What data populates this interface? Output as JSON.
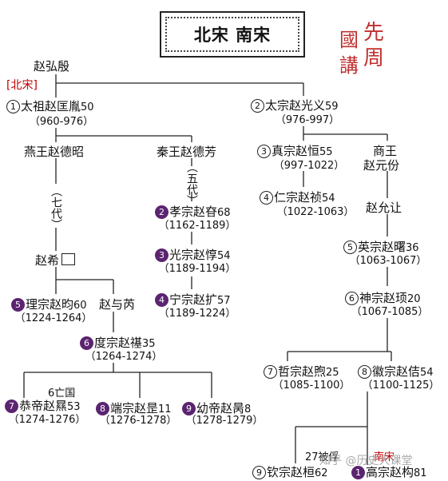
{
  "title": "北宋 南宋",
  "seal": {
    "c1": "先",
    "c2": "周",
    "c3": "國",
    "c4": "講"
  },
  "root": {
    "name": "赵弘殷",
    "tag": "[北宋]"
  },
  "rulers": [
    {
      "id": "taizu",
      "num": "1",
      "style": "open",
      "name": "太祖赵匡胤",
      "age": "50",
      "years": "（960-976）"
    },
    {
      "id": "taizong",
      "num": "2",
      "style": "open",
      "name": "太宗赵光义",
      "age": "59",
      "years": "（976-997）"
    },
    {
      "id": "zhenzong",
      "num": "3",
      "style": "open",
      "name": "真宗赵恒",
      "age": "55",
      "years": "（997-1022）"
    },
    {
      "id": "renzong",
      "num": "4",
      "style": "open",
      "name": "仁宗赵祯",
      "age": "54",
      "years": "（1022-1063）"
    },
    {
      "id": "yingzong",
      "num": "5",
      "style": "open",
      "name": "英宗赵曙",
      "age": "36",
      "years": "（1063-1067）"
    },
    {
      "id": "shenzong",
      "num": "6",
      "style": "open",
      "name": "神宗赵顼",
      "age": "20",
      "years": "（1067-1085）"
    },
    {
      "id": "zhezong",
      "num": "7",
      "style": "open",
      "name": "哲宗赵煦",
      "age": "25",
      "years": "（1085-1100）"
    },
    {
      "id": "huizong",
      "num": "8",
      "style": "open",
      "name": "徽宗赵佶",
      "age": "54",
      "years": "（1100-1125）"
    },
    {
      "id": "qinzong",
      "num": "9",
      "style": "open",
      "name": "钦宗赵桓",
      "age": "62",
      "years": ""
    },
    {
      "id": "xiaozong",
      "num": "2",
      "style": "fill",
      "name": "孝宗赵昚",
      "age": "68",
      "years": "（1162-1189）"
    },
    {
      "id": "guangzong",
      "num": "3",
      "style": "fill",
      "name": "光宗赵惇",
      "age": "54",
      "years": "（1189-1194）"
    },
    {
      "id": "ningzong",
      "num": "4",
      "style": "fill",
      "name": "宁宗赵扩",
      "age": "57",
      "years": "（1189-1224）"
    },
    {
      "id": "lizong",
      "num": "5",
      "style": "fill",
      "name": "理宗赵昀",
      "age": "60",
      "years": "（1224-1264）"
    },
    {
      "id": "duzong",
      "num": "6",
      "style": "fill",
      "name": "度宗赵禥",
      "age": "35",
      "years": "（1264-1274）"
    },
    {
      "id": "gongdi",
      "num": "7",
      "style": "fill",
      "name": "恭帝赵㬎",
      "age": "53",
      "years": "（1274-1276）"
    },
    {
      "id": "duanzong",
      "num": "8",
      "style": "fill",
      "name": "端宗赵昰",
      "age": "11",
      "years": "（1276-1278）"
    },
    {
      "id": "youdi",
      "num": "9",
      "style": "fill",
      "name": "幼帝赵昺",
      "age": "8",
      "years": "（1278-1279）"
    },
    {
      "id": "gaozong",
      "num": "1",
      "style": "fill",
      "name": "高宗赵构",
      "age": "81",
      "years": ""
    }
  ],
  "others": {
    "yanwang": "燕王赵德昭",
    "qinwang": "秦王赵德芳",
    "shangwang1": "商王",
    "shangwang2": "赵元份",
    "zhaoyunrang": "赵允让",
    "zhaoxi": "赵希",
    "zhaoyurui": "赵与芮"
  },
  "generations": {
    "qi": "（七代）",
    "wu": "（五代）"
  },
  "notes": {
    "wangguo": "亡国",
    "wangguo_num": "6",
    "beiqiu": "27被俘",
    "nansong": "南宋"
  },
  "watermark": "知乎 @历史大课堂"
}
